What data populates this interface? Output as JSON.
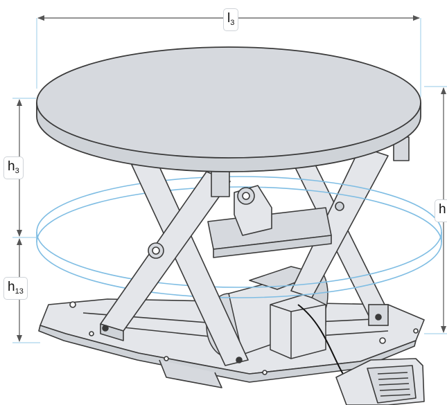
{
  "dimensions": {
    "top_length": {
      "main": "l",
      "sub": "3"
    },
    "height_h3": {
      "main": "h",
      "sub": "3"
    },
    "height_h13": {
      "main": "h",
      "sub": "13"
    },
    "total_height": {
      "main": "h",
      "sub": ""
    }
  },
  "colors": {
    "dimension_line": "#555555",
    "extension_line": "#a9d4ec",
    "metal_fill": "#e4e6ea",
    "metal_top": "#d6d9de",
    "metal_stroke": "#3a3a3a",
    "ghost_table": "#7fbde3",
    "cable": "#111111"
  }
}
